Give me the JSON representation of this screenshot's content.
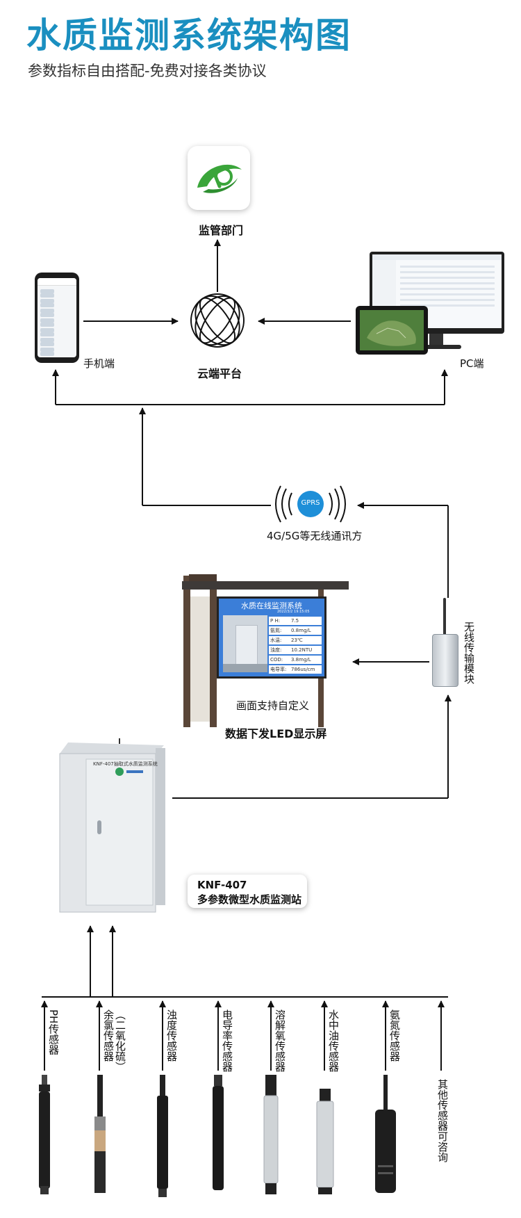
{
  "header": {
    "title": "水质监测系统架构图",
    "subtitle": "参数指标自由搭配-免费对接各类协议"
  },
  "nodes": {
    "regulator": "监管部门",
    "mobile": "手机端",
    "cloud": "云端平台",
    "pc": "PC端",
    "network": "4G/5G等无线通讯方",
    "gprs": "GPRS",
    "wireless_module": "无线传输模块",
    "led_caption": "画面支持自定义",
    "led_label": "数据下发LED显示屏",
    "station_model": "KNF-407",
    "station_name": "多参数微型水质监测站",
    "cabinet_text": "KNF-407抽取式水质监测系统"
  },
  "led_screen": {
    "title": "水质在线监测系统",
    "date": "2022/3/2 19:15:05",
    "rows": [
      {
        "key": "P H:",
        "value": "7.5"
      },
      {
        "key": "氨氮:",
        "value": "0.8mg/L"
      },
      {
        "key": "水温:",
        "value": "23℃"
      },
      {
        "key": "浊度:",
        "value": "10.2NTU"
      },
      {
        "key": "COD:",
        "value": "3.8mg/L"
      },
      {
        "key": "电导率:",
        "value": "786us/cm"
      }
    ]
  },
  "sensors": [
    {
      "label": "PH传感器"
    },
    {
      "label": "余氯传感器",
      "extra": "（二氧化硫）"
    },
    {
      "label": "浊度传感器"
    },
    {
      "label": "电导率传感器"
    },
    {
      "label": "溶解氧传感器"
    },
    {
      "label": "水中油传感器"
    },
    {
      "label": "氨氮传感器"
    },
    {
      "label": "其他传感器可咨询"
    }
  ],
  "colors": {
    "title": "#1a8fc0",
    "gprs": "#1e8fd8",
    "logo_green": "#3aa53a",
    "led_panel": "#3b7ed8"
  }
}
